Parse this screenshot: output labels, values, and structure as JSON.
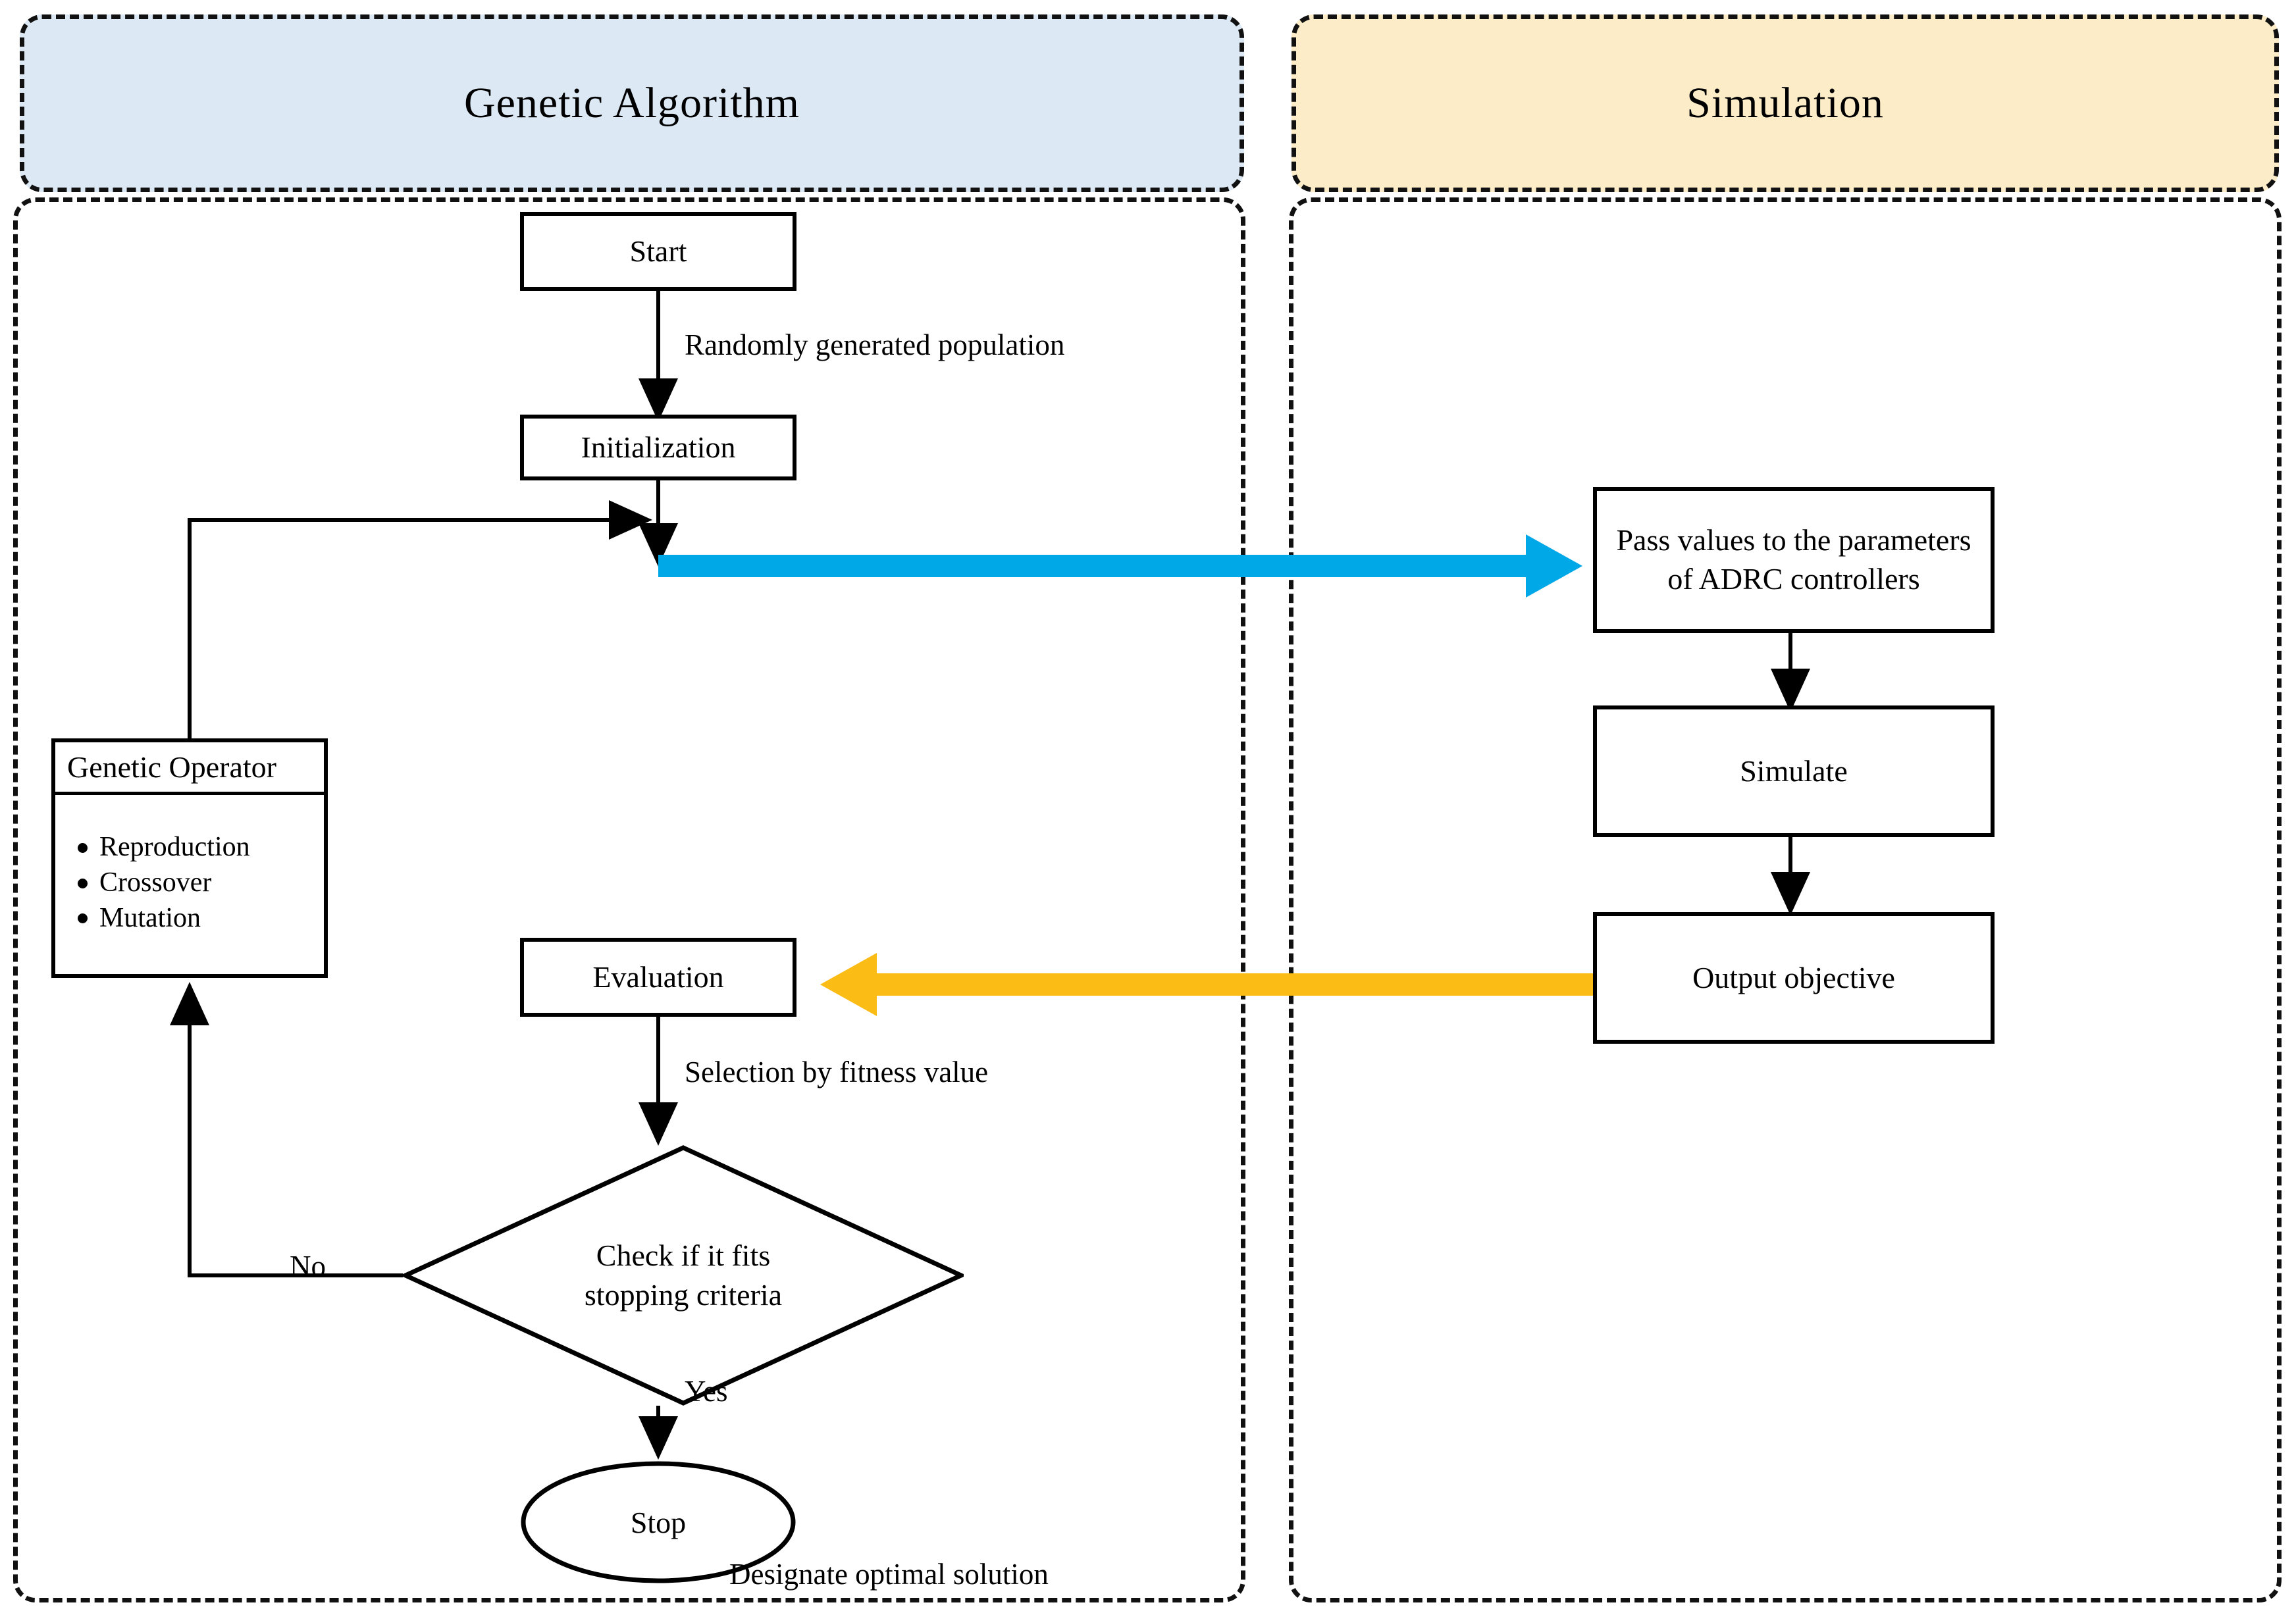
{
  "diagram": {
    "title": "GA-ADRC co-simulation flowchart",
    "panels": [
      {
        "id": "genetic-algorithm",
        "title": "Genetic Algorithm",
        "fill": "#dce9f5"
      },
      {
        "id": "simulation",
        "title": "Simulation",
        "fill": "#fcecc8"
      }
    ],
    "colors": {
      "panel_blue": "#dce9f5",
      "panel_cream": "#fcecc8",
      "arrow_blue": "#00a8e8",
      "arrow_orange": "#fcbc16",
      "stroke": "#000000"
    },
    "ga_nodes": {
      "start": "Start",
      "initialization": "Initialization",
      "genetic_operator_title": "Genetic Operator",
      "genetic_operator_items": [
        "Reproduction",
        "Crossover",
        "Mutation"
      ],
      "evaluation": "Evaluation",
      "decision_line1": "Check if it fits",
      "decision_line2": "stopping criteria",
      "stop": "Stop"
    },
    "sim_nodes": {
      "pass_values": "Pass values  to the parameters of ADRC controllers",
      "simulate": "Simulate",
      "output_objective": "Output objective"
    },
    "edge_labels": {
      "randomly_generated_population": "Randomly generated population",
      "selection_by_fitness_value": "Selection by fitness value",
      "no": "No",
      "yes": "Yes",
      "designate_optimal_solution": "Designate optimal solution"
    }
  }
}
